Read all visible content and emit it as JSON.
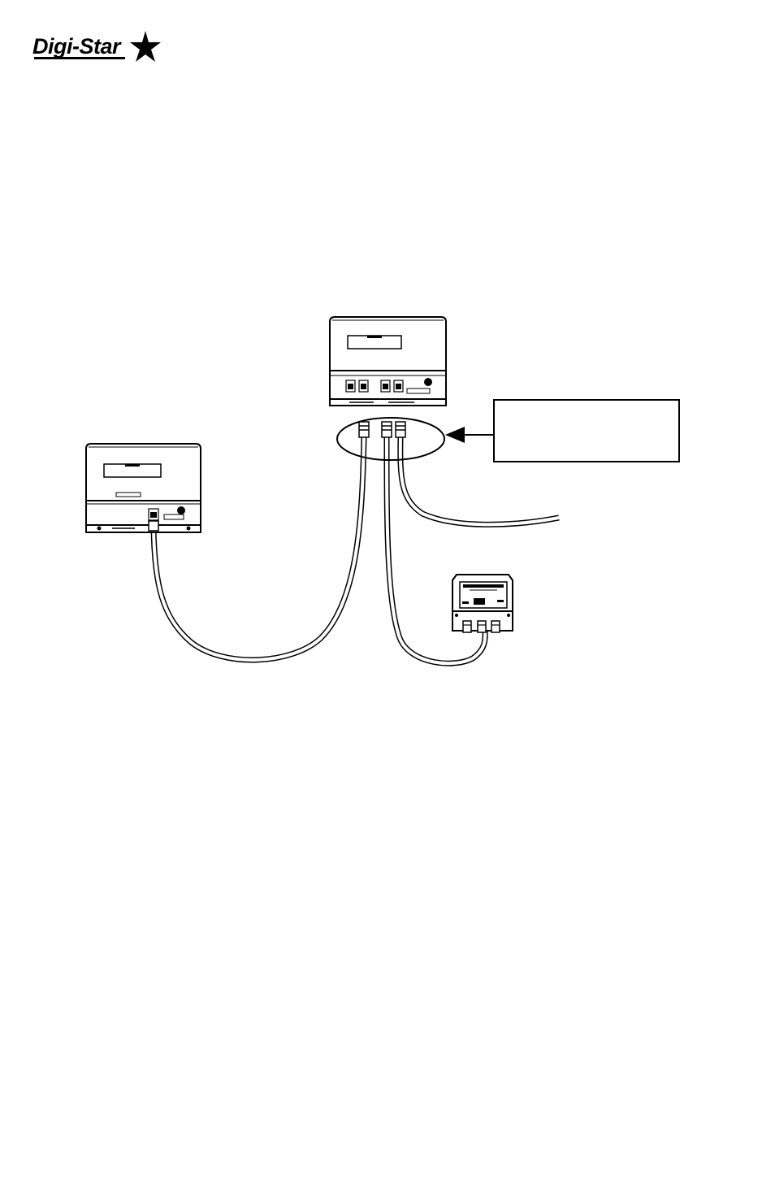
{
  "logo": {
    "text": "Digi-Star",
    "icon": "star-icon"
  },
  "diagram": {
    "components": [
      "main-indicator",
      "remote-indicator",
      "junction-box",
      "cable-to-main-indicator",
      "cable-to-junction-box",
      "cable-to-power"
    ],
    "callout_text": ""
  },
  "colors": {
    "line": "#000000",
    "background": "#ffffff",
    "cable_fill": "#ffffff"
  }
}
